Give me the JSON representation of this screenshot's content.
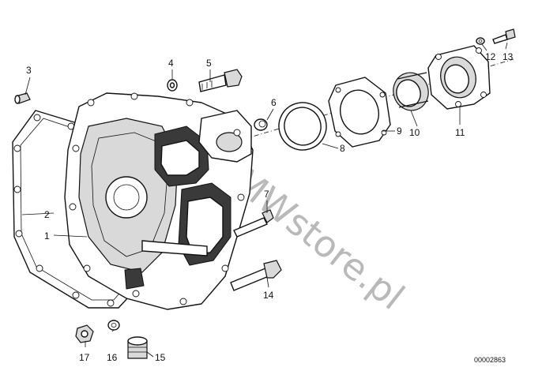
{
  "diagram": {
    "parts": [
      {
        "num": "1"
      },
      {
        "num": "2"
      },
      {
        "num": "3"
      },
      {
        "num": "4"
      },
      {
        "num": "5"
      },
      {
        "num": "6"
      },
      {
        "num": "7"
      },
      {
        "num": "8"
      },
      {
        "num": "9"
      },
      {
        "num": "10"
      },
      {
        "num": "11"
      },
      {
        "num": "12"
      },
      {
        "num": "13"
      },
      {
        "num": "14"
      },
      {
        "num": "15"
      },
      {
        "num": "16"
      },
      {
        "num": "17"
      }
    ],
    "reference_code": "00002863",
    "watermark": "www.BMWstore.pl"
  }
}
